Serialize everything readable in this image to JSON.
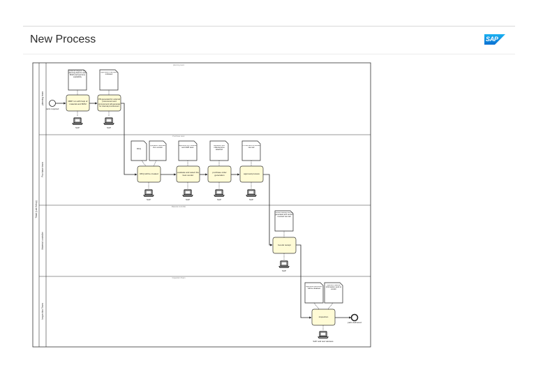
{
  "header": {
    "title": "New Process",
    "logo_text": "SAP"
  },
  "pool": {
    "label": "Team (Lab Setup)"
  },
  "lanes": [
    {
      "label": "planning team",
      "top_marker": "planning team"
    },
    {
      "label": "Purchase team",
      "top_marker": "Purchase team"
    },
    {
      "label": "Material controller",
      "top_marker": "Material controller"
    },
    {
      "label": "Inspection Team",
      "top_marker": "Inspection Team"
    }
  ],
  "events": {
    "start": "parts required",
    "end": "parts delivered"
  },
  "tasks": {
    "mrp": "MRP run with help of material and BOM",
    "pr": "PR generated for external procurement and procurement will generate for internal procurement",
    "rfq": "RFQ will be created",
    "evaluate": "evaluate and select the best vendor",
    "po": "purchase order generation",
    "approval": "approval process",
    "goods": "Goods receipt",
    "inspection": "inspection"
  },
  "docs": {
    "material": "Material diagram with planning data for each BOM and lead time availability",
    "approval_pr": "Approval of demand indicated",
    "rfq_doc": "RFQ",
    "quotation": "Quotation received from vendor",
    "approval_finance": "approval from finance and GMP team",
    "signature": "Signature with material price attached",
    "po_sent": "PO will send to vendor via mail",
    "goods_receipt": "Goods Receipt will be generated and vendor invoiced via mail",
    "approved": "approved document will be obtained",
    "rejected": "rejected material information send to vendor"
  },
  "systems": {
    "sap1": "SAP",
    "sap2": "SAP",
    "sap3": "SAP",
    "sap4": "SAP",
    "sap5": "SAP",
    "sap6": "SAP",
    "sap7": "SAP and test wireless"
  }
}
